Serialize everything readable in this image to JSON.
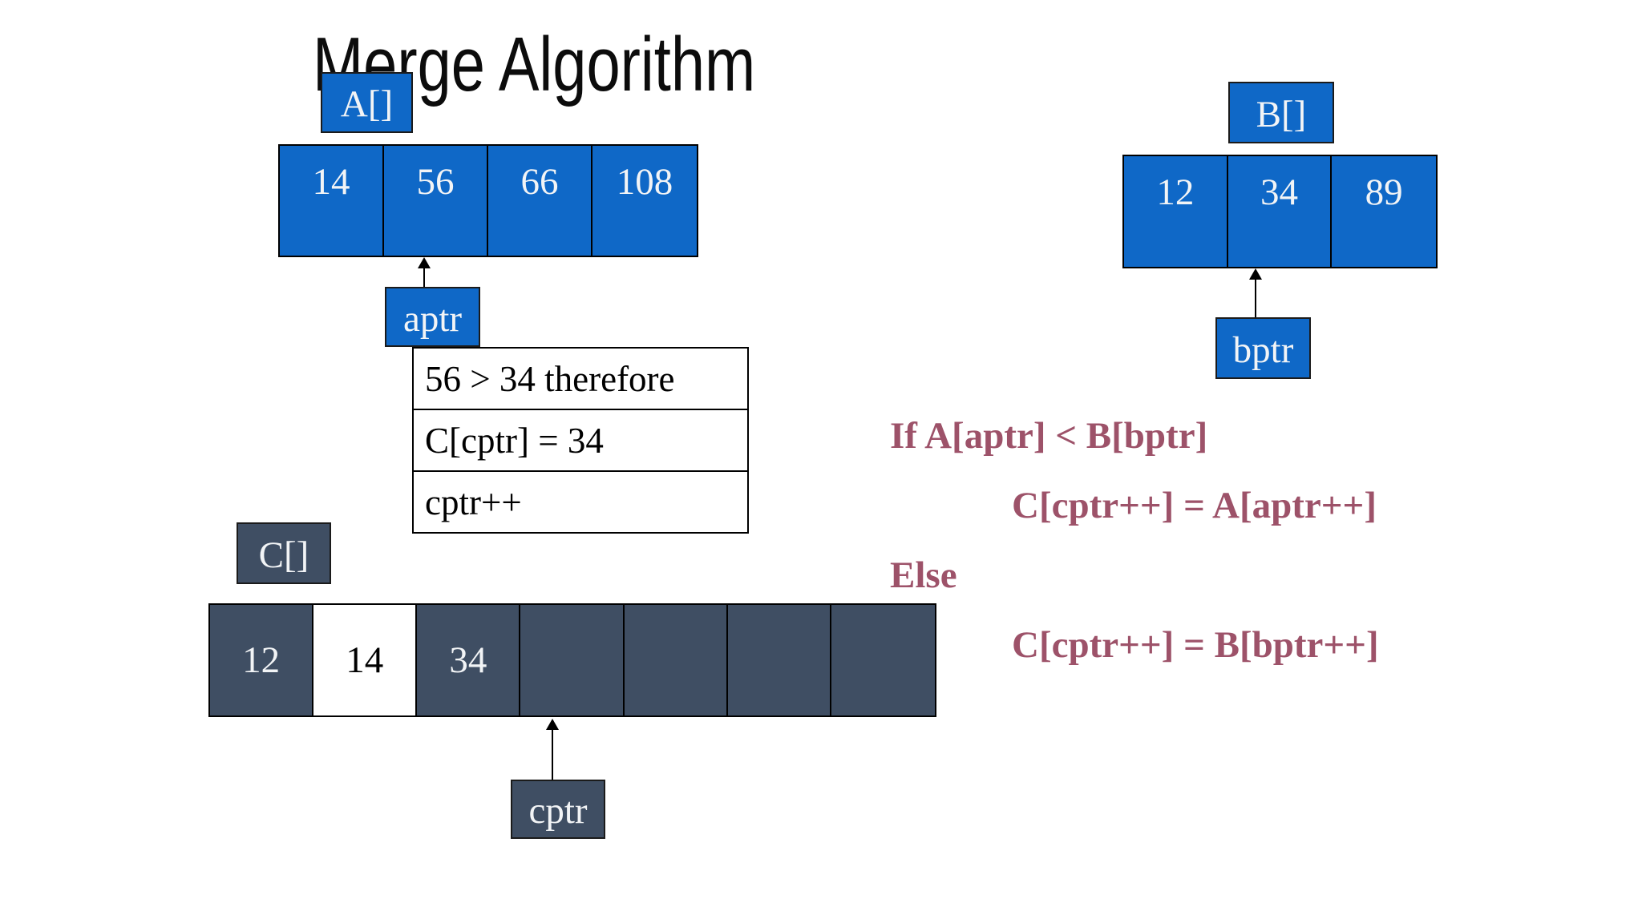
{
  "slide": {
    "title": "Merge Algorithm"
  },
  "colors": {
    "array_blue": "#0F68C7",
    "array_dark_slate": "#3F4E63",
    "pseudocode_maroon": "#9D5269",
    "cell_text_light": "#F2F4F6",
    "highlight_cell_bg": "#FFFFFF",
    "highlight_cell_text": "#000000"
  },
  "array_a": {
    "label": "A[]",
    "cells": [
      "14",
      "56",
      "66",
      "108"
    ],
    "pointer": {
      "label": "aptr",
      "target_index": 1,
      "target_value": "56"
    }
  },
  "array_b": {
    "label": "B[]",
    "cells": [
      "12",
      "34",
      "89"
    ],
    "pointer": {
      "label": "bptr",
      "target_index": 1,
      "target_value": "34"
    }
  },
  "array_c": {
    "label": "C[]",
    "cells": [
      "12",
      "14",
      "34",
      "",
      "",
      "",
      ""
    ],
    "highlight_index": 1,
    "pointer": {
      "label": "cptr",
      "target_index": 3
    }
  },
  "note_box": {
    "rows": [
      "56 > 34 therefore",
      "C[cptr] = 34",
      "cptr++"
    ]
  },
  "pseudocode": {
    "lines": [
      {
        "text": "If A[aptr] < B[bptr]",
        "indent": false
      },
      {
        "text": "C[cptr++] = A[aptr++]",
        "indent": true
      },
      {
        "text": "Else",
        "indent": false
      },
      {
        "text": "C[cptr++] = B[bptr++]",
        "indent": true
      }
    ]
  }
}
